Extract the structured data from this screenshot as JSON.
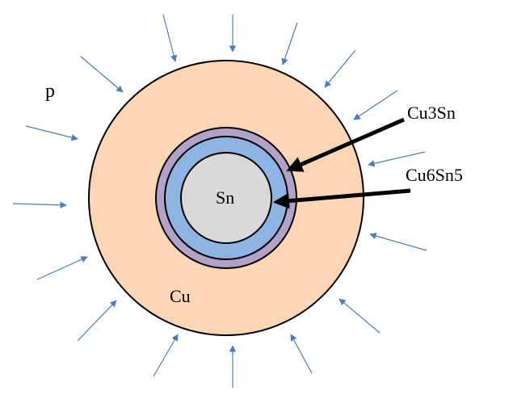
{
  "labels": {
    "pressure": "p",
    "copper": "Cu",
    "tin": "Sn",
    "cu3sn": "Cu3Sn",
    "cu6sn5": "Cu6Sn5"
  },
  "colors": {
    "copper_fill": "#fcd5b5",
    "cu3sn_fill": "#b3a2c7",
    "cu6sn5_fill": "#8eb4e3",
    "tin_fill": "#d9d9d9",
    "outline": "#000000",
    "pressure_arrow": "#4a7ebb",
    "pointer_arrow": "#000000"
  },
  "pressure_arrows": {
    "count": 16
  }
}
